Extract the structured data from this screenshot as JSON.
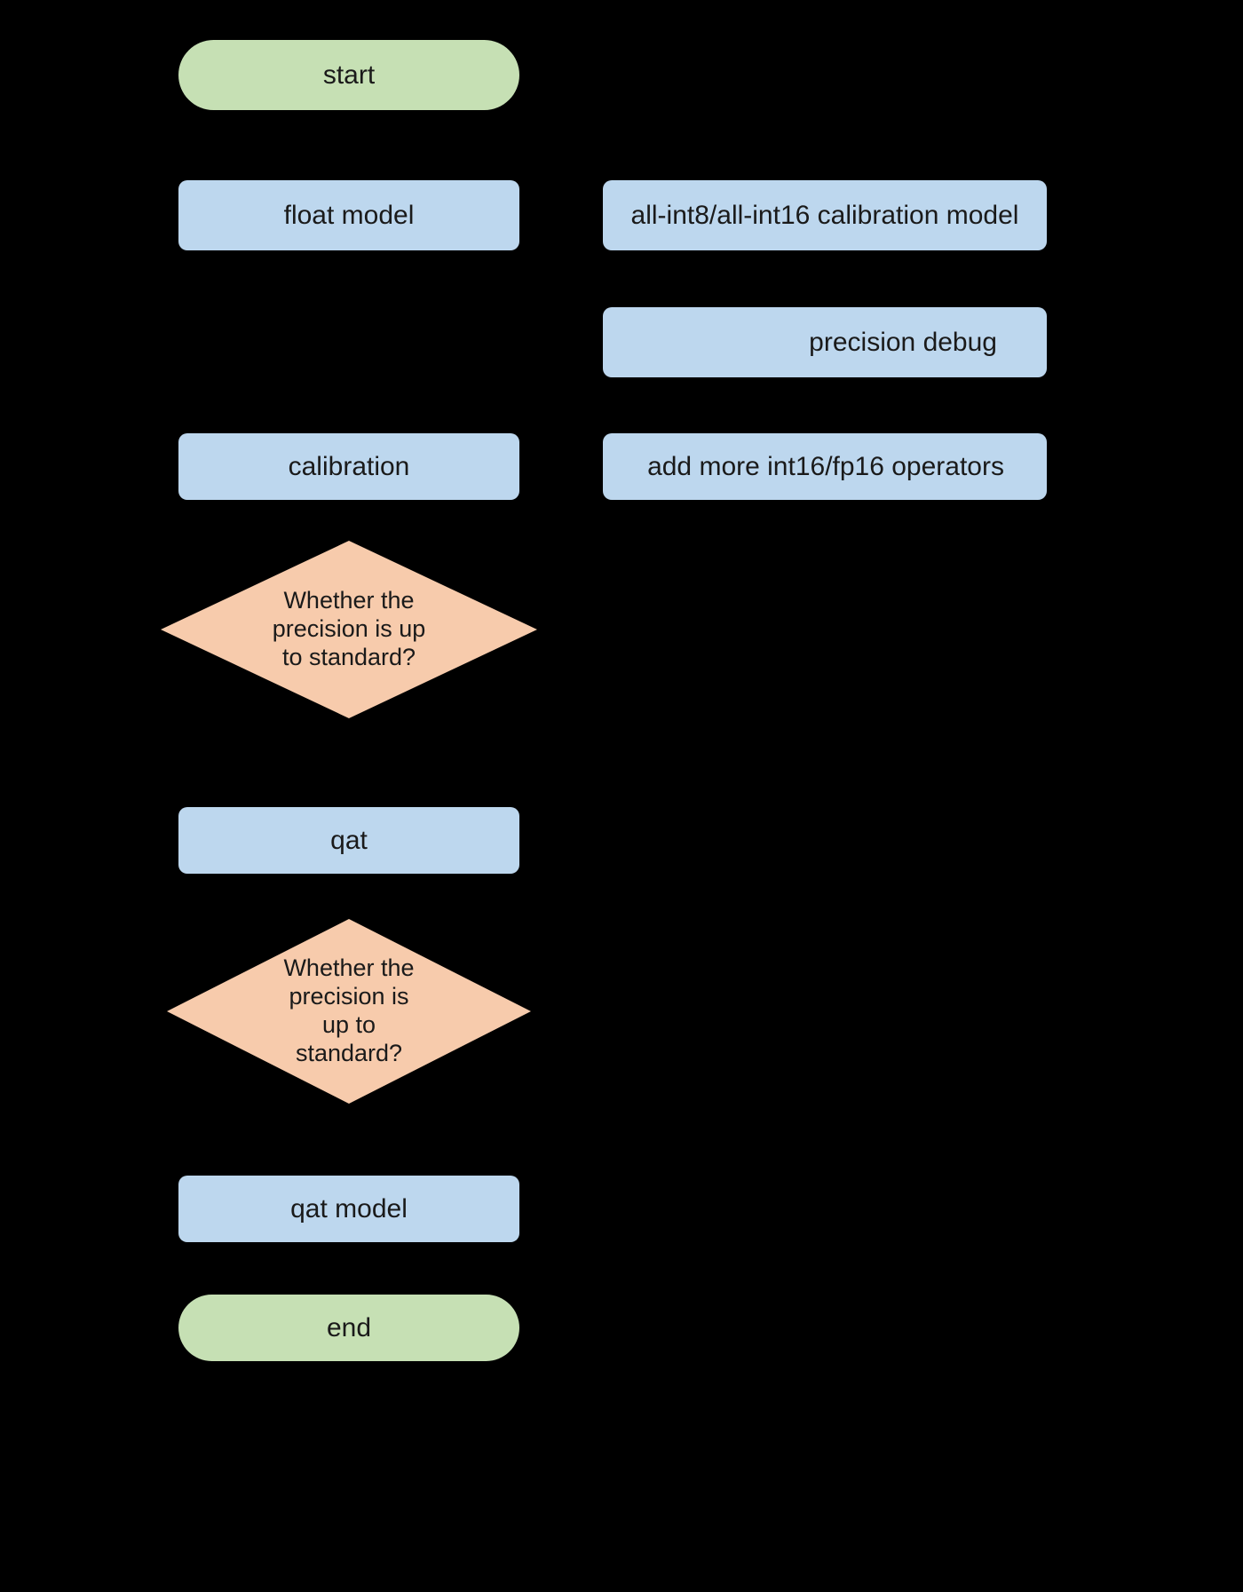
{
  "diagram": {
    "title": "quantization workflow flowchart",
    "background_color": "#000000",
    "palette": {
      "terminal_fill": "#c6e0b4",
      "process_fill": "#bdd7ee",
      "decision_fill": "#f7cbac",
      "text_color": "#1a1a1a",
      "connector_color": "#000000"
    },
    "nodes": [
      {
        "id": "start",
        "label": "start",
        "shape": "terminal"
      },
      {
        "id": "float_model",
        "label": "float model",
        "shape": "process"
      },
      {
        "id": "all_int",
        "label": "all-int8/all-int16 calibration model",
        "shape": "process"
      },
      {
        "id": "prec_debug",
        "label": "precision debug",
        "shape": "process"
      },
      {
        "id": "calibration",
        "label": "calibration",
        "shape": "process"
      },
      {
        "id": "add_ops",
        "label": "add more int16/fp16 operators",
        "shape": "process"
      },
      {
        "id": "decision1",
        "label": "Whether the\nprecision is up\nto standard?",
        "shape": "decision"
      },
      {
        "id": "qat",
        "label": "qat",
        "shape": "process"
      },
      {
        "id": "decision2",
        "label": "Whether the\nprecision is\nup to\nstandard?",
        "shape": "decision"
      },
      {
        "id": "qat_model",
        "label": "qat model",
        "shape": "process"
      },
      {
        "id": "end",
        "label": "end",
        "shape": "terminal"
      }
    ],
    "edges": [
      {
        "from": "start",
        "to": "float_model"
      },
      {
        "from": "float_model",
        "to": "calibration"
      },
      {
        "from": "calibration",
        "to": "decision1"
      },
      {
        "from": "decision1",
        "to": "qat"
      },
      {
        "from": "qat",
        "to": "decision2"
      },
      {
        "from": "decision2",
        "to": "qat_model"
      },
      {
        "from": "qat_model",
        "to": "end"
      },
      {
        "from": "all_int",
        "to": "prec_debug"
      },
      {
        "from": "prec_debug",
        "to": "add_ops"
      },
      {
        "from": "add_ops",
        "to": "calibration"
      }
    ]
  }
}
